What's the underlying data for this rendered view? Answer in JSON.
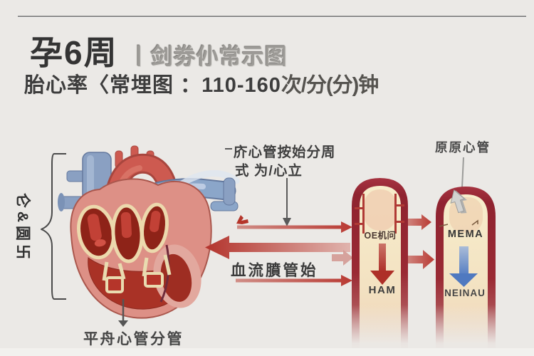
{
  "page": {
    "background": "#ebe9e6",
    "top_rule_color": "#8f8f8f",
    "bottom_strip_color": "#f2f1ee"
  },
  "header": {
    "title": "孕6周",
    "title_suffix": "丨剑劵仦常示图",
    "subtitle_prefix": "胎心率〈常埋图 ：",
    "subtitle_value": "110-160",
    "subtitle_unit": "次/分(分)钟"
  },
  "heart_figure": {
    "side_label": "仑&圆卐",
    "bottom_label": "平舟心管分管"
  },
  "annotations": {
    "top_note_line1": "庎心管按始分周",
    "top_note_line2": "式 为/心立",
    "flow_label": "血流膹管始",
    "right_tube_label": "原原心管"
  },
  "tubes": {
    "tube1_top": "OE机问",
    "tube1_bottom": "HAM",
    "tube2_top": "MEMA",
    "tube2_bottom": "NEINAU"
  },
  "colors": {
    "accent_red": "#b93a33",
    "tube_border": "#96242e",
    "tube_interior": "#f3e2c2",
    "blue_arrow": "#4f79c0",
    "gray_arrow": "#c9c9c7",
    "heart_pink": "#dd9086",
    "heart_dark": "#a93226",
    "vessel_blue": "#8aa0c2",
    "cream_rim": "#ecd9ad"
  }
}
